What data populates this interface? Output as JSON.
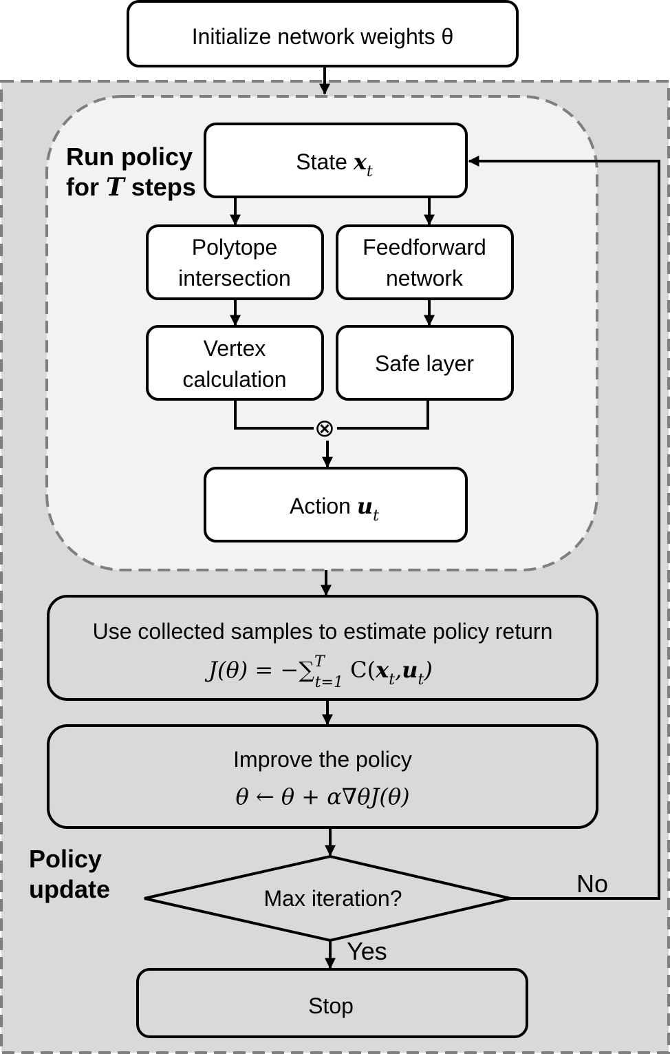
{
  "nodes": {
    "init": "Initialize network weights θ",
    "state": {
      "text": "State ",
      "var": "x",
      "sub": "t"
    },
    "polytope": {
      "line1": "Polytope",
      "line2": "intersection"
    },
    "feedforward": {
      "line1": "Feedforward",
      "line2": "network"
    },
    "vertex": {
      "line1": "Vertex",
      "line2": "calculation"
    },
    "safe": "Safe layer",
    "combine_symbol": "⊗",
    "action": {
      "text": "Action ",
      "var": "u",
      "sub": "t"
    },
    "estimate": {
      "line1": "Use collected samples to estimate policy return",
      "formula_left": "J(θ) = −∑",
      "sum_sup": "T",
      "sum_sub": "t=1",
      "formula_c": " C(",
      "x": "x",
      "u": "u",
      "t": "t",
      "comma": ",",
      "close": ")"
    },
    "improve": {
      "line1": "Improve the policy",
      "formula": "θ ← θ + α∇θJ(θ)"
    },
    "decision": "Max iteration?",
    "stop": "Stop"
  },
  "regions": {
    "run_policy": {
      "line1": "Run policy",
      "line2_pre": "for ",
      "line2_var": "T",
      "line2_post": " steps"
    },
    "policy_update": {
      "line1": "Policy",
      "line2": "update"
    }
  },
  "edges": {
    "no": "No",
    "yes": "Yes"
  },
  "colors": {
    "outer_region": "#d9d9d9",
    "inner_region": "#f2f2f2",
    "dash": "#7f7f7f"
  }
}
